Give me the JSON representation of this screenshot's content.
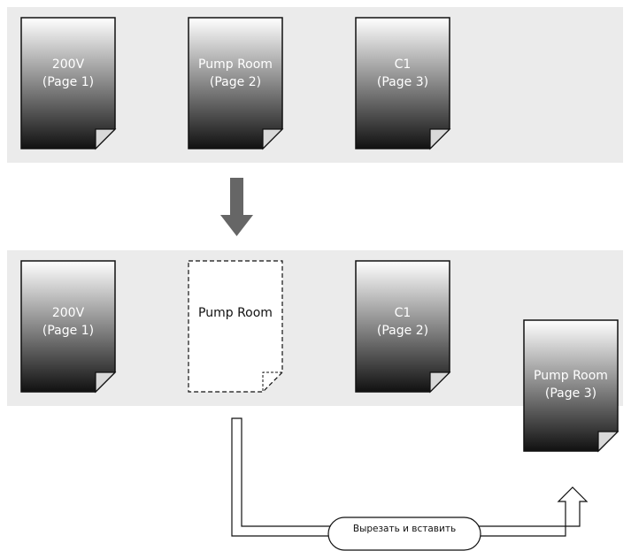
{
  "before": {
    "pages": [
      {
        "name": "200V",
        "page": "(Page 1)"
      },
      {
        "name": "Pump Room",
        "page": "(Page 2)"
      },
      {
        "name": "C1",
        "page": "(Page 3)"
      }
    ]
  },
  "after": {
    "pages": [
      {
        "name": "200V",
        "page": "(Page 1)"
      },
      {
        "name": "Pump Room",
        "page": ""
      },
      {
        "name": "C1",
        "page": "(Page 2)"
      }
    ],
    "moved_page": {
      "name": "Pump Room",
      "page": "(Page 3)"
    }
  },
  "action_label": "Вырезать и вставить",
  "colors": {
    "panel": "#ebebeb",
    "page_top": "#ffffff",
    "page_bottom": "#111111",
    "arrow": "#666666"
  }
}
